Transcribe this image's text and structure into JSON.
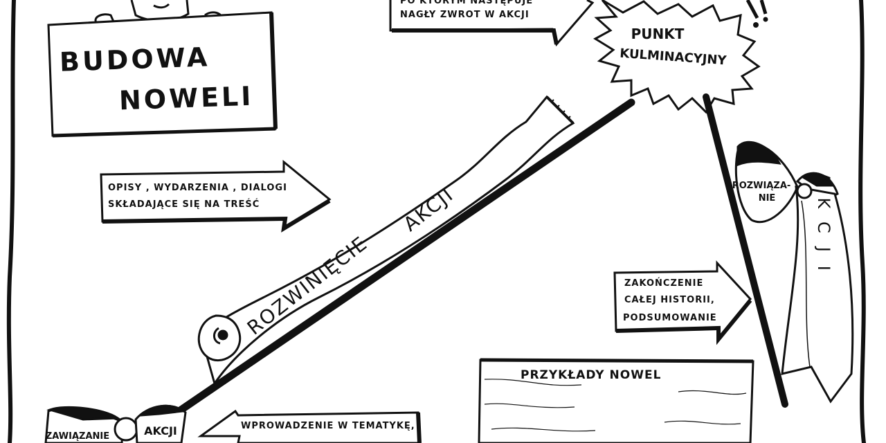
{
  "title": {
    "line1": "BUDOWA",
    "line2": "NOWELI"
  },
  "arrows": {
    "content": {
      "line1": "OPISY , WYDARZENIA , DIALOGI",
      "line2": "SKŁADAJĄCE SIĘ NA TREŚĆ"
    },
    "climax_note": {
      "line1": "PO KTÓRYM NASTĘPUJE",
      "line2": "NAGŁY ZWROT W AKCJI"
    },
    "ending": {
      "line1": "ZAKOŃCZENIE",
      "line2": "CAŁEJ HISTORII,",
      "line3": "PODSUMOWANIE"
    },
    "intro": {
      "line1": "WPROWADZENIE W TEMATYKĘ,"
    }
  },
  "banners": {
    "development_part1": "ROZWINIĘCIE",
    "development_part2": "AKCJI",
    "climax_line1": "PUNKT",
    "climax_line2": "KULMINACYJNY",
    "resolution_label_1": "ROZWIĄZA-",
    "resolution_label_2": "NIE",
    "resolution_ribbon": "AKCJI",
    "exposition_label": "ZAWIĄZANIE",
    "exposition_ribbon": "AKCJI"
  },
  "examples": {
    "title": "PRZYKŁADY NOWEL"
  }
}
